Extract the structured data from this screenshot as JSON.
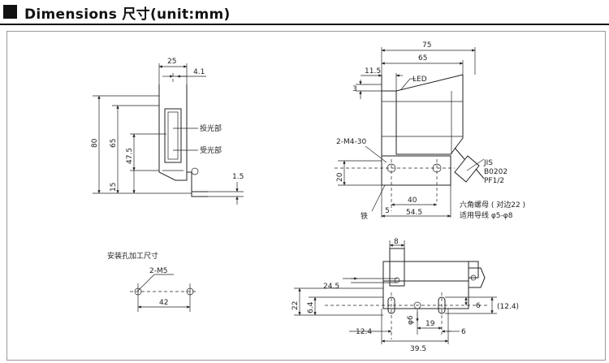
{
  "header": {
    "title": "Dimensions 尺寸(unit:mm)"
  },
  "front_view": {
    "dims": [
      "25",
      "4.1",
      "80",
      "65",
      "47.5",
      "15",
      "1.5"
    ],
    "labels": {
      "emitter": "投光部",
      "receiver": "受光部"
    }
  },
  "side_view": {
    "dims": [
      "75",
      "65",
      "11.5",
      "3",
      "20",
      "40",
      "54.5",
      "5"
    ],
    "labels": {
      "led": "LED",
      "screw": "2-M4-30",
      "iron": "铁",
      "jis": "JIS",
      "b0202": "B0202",
      "pf": "PF1/2",
      "hexnut": "六角螺母 ( 对边22 )",
      "wire": "适用导线 φ5-φ8"
    }
  },
  "mount": {
    "title": "安装孔加工尺寸",
    "holes": "2-M5",
    "spacing": "42"
  },
  "bottom_view": {
    "dims": [
      "8",
      "24.5",
      "22",
      "6.4",
      "6",
      "(12.4)",
      "φ6",
      "19",
      "6",
      "12.4",
      "39.5"
    ]
  }
}
